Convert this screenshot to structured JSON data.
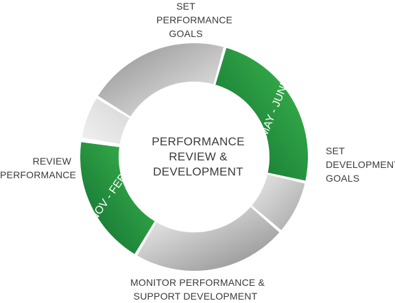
{
  "center_title": [
    "PERFORMANCE",
    "REVIEW &",
    "DEVELOPMENT"
  ],
  "labels": {
    "set_performance_goals": [
      "SET",
      "PERFORMANCE",
      "GOALS"
    ],
    "set_development_goals": [
      "SET",
      "DEVELOPMENT",
      "GOALS"
    ],
    "monitor_support": [
      "MONITOR PERFORMANCE &",
      "SUPPORT DEVELOPMENT"
    ],
    "review_performance": [
      "REVIEW",
      "PERFORMANCE"
    ]
  },
  "period_labels": {
    "may_june": "MAY - JUNE",
    "nov_feb": "NOV - FEB"
  },
  "colors": {
    "green_dark": "#0e6b30",
    "green_light": "#3fbb4f",
    "gray_dark": "#8c8c8c",
    "gray_light": "#f2f2f2",
    "text": "#3a3a3a",
    "period_text": "#ffffff"
  }
}
